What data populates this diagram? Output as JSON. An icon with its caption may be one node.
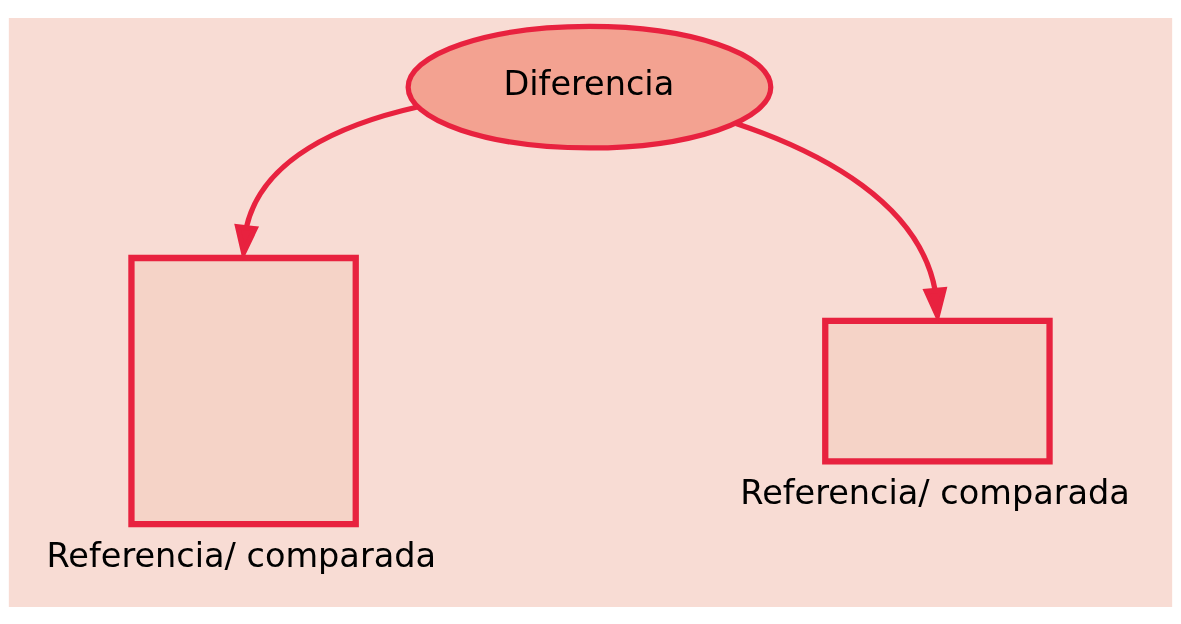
{
  "diagram": {
    "nodes": [
      {
        "text": [
          "Diferencia"
        ]
      },
      {
        "text": [
          "Referencia/ comparada"
        ]
      },
      {
        "text": [
          "Referencia/ comparada"
        ]
      }
    ],
    "edges": [
      {
        "from": 0,
        "to": 1,
        "arrow": "to"
      },
      {
        "from": 0,
        "to": 2,
        "arrow": "to"
      }
    ]
  }
}
